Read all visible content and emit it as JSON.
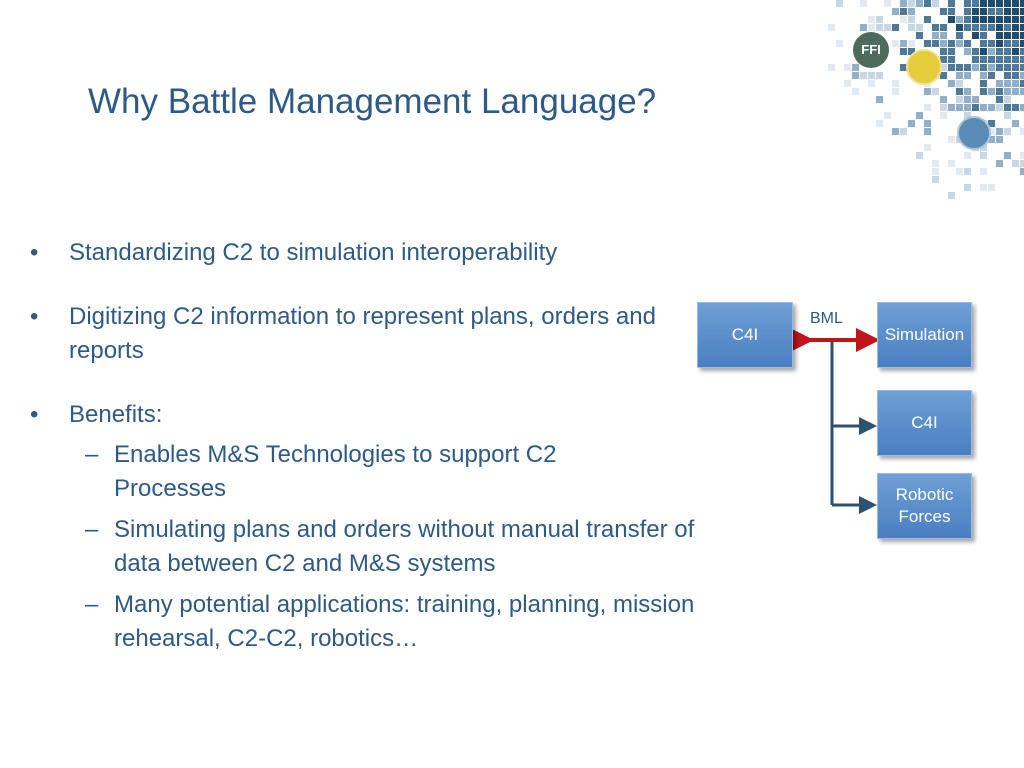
{
  "slide": {
    "title": "Why Battle Management Language?",
    "bullets": [
      {
        "marker": "•",
        "text": "Standardizing C2 to simulation interoperability"
      },
      {
        "marker": "•",
        "text": "Digitizing C2 information to represent plans, orders and reports"
      },
      {
        "marker": "•",
        "text": "Benefits:"
      }
    ],
    "sub_bullets": [
      {
        "marker": "–",
        "text": "Enables M&S Technologies to support C2 Processes"
      },
      {
        "marker": "–",
        "text": "Simulating plans and orders without manual transfer of data between C2 and M&S systems"
      },
      {
        "marker": "–",
        "text": "Many potential applications: training, planning, mission rehearsal, C2-C2, robotics…"
      }
    ]
  },
  "logos": {
    "ffi_text": "FFI"
  },
  "diagram": {
    "source_box": "C4I",
    "link_label": "BML",
    "targets": [
      "Simulation",
      "C4I",
      "Robotic Forces"
    ],
    "colors": {
      "box": "#5a8bc9",
      "arrow_red": "#c0131a",
      "arrow_dark": "#2d5270"
    }
  }
}
